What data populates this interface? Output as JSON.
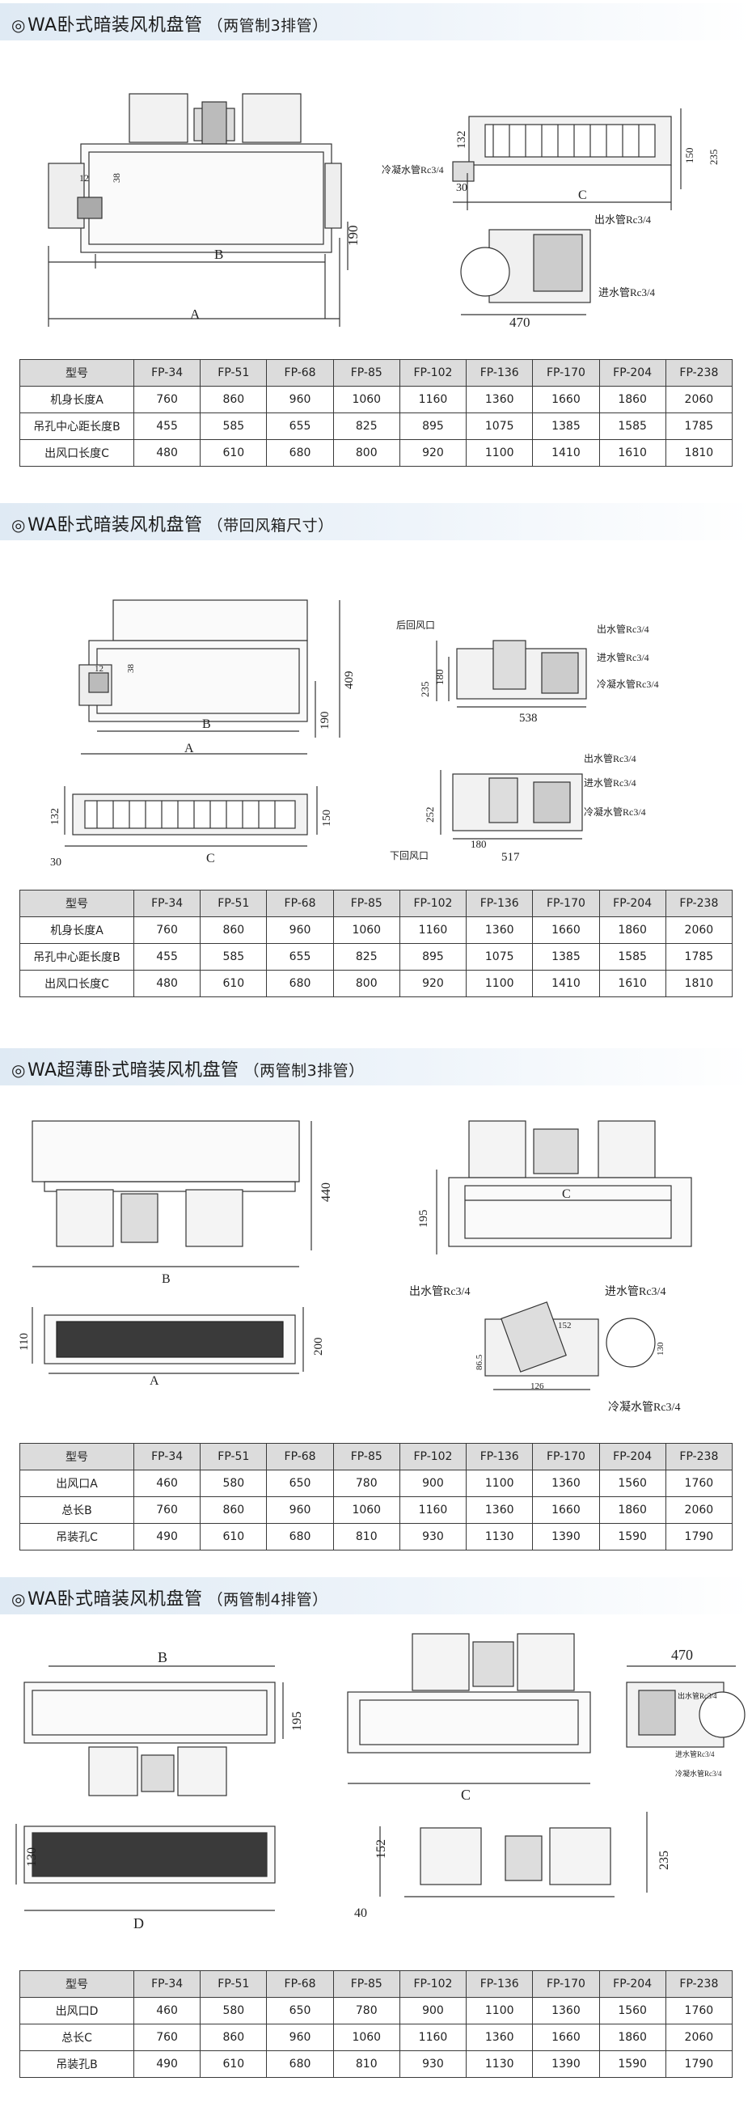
{
  "sections": [
    {
      "title_prefix": "◎",
      "title": "WA卧式暗装风机盘管",
      "subtitle": "（两管制3排管）",
      "drawing_labels": {
        "d132": "132",
        "d150": "150",
        "d235": "235",
        "d30": "30",
        "dC": "C",
        "drain": "冷凝水管Rc3/4",
        "d12": "12",
        "d38": "38",
        "d190": "190",
        "dB": "B",
        "dA": "A",
        "outlet": "出水管Rc3/4",
        "inlet": "进水管Rc3/4",
        "d470": "470"
      },
      "table": {
        "header_label": "型号",
        "models": [
          "FP-34",
          "FP-51",
          "FP-68",
          "FP-85",
          "FP-102",
          "FP-136",
          "FP-170",
          "FP-204",
          "FP-238"
        ],
        "rows": [
          {
            "label": "机身长度A",
            "values": [
              "760",
              "860",
              "960",
              "1060",
              "1160",
              "1360",
              "1660",
              "1860",
              "2060"
            ]
          },
          {
            "label": "吊孔中心距长度B",
            "values": [
              "455",
              "585",
              "655",
              "825",
              "895",
              "1075",
              "1385",
              "1585",
              "1785"
            ]
          },
          {
            "label": "出风口长度C",
            "values": [
              "480",
              "610",
              "680",
              "800",
              "920",
              "1100",
              "1410",
              "1610",
              "1810"
            ]
          }
        ]
      }
    },
    {
      "title_prefix": "◎",
      "title": "WA卧式暗装风机盘管",
      "subtitle": "（带回风箱尺寸）",
      "drawing_labels": {
        "d409": "409",
        "d190": "190",
        "d12": "12",
        "d38": "38",
        "dB": "B",
        "dA": "A",
        "return_port": "后回风口",
        "outlet": "出水管Rc3/4",
        "inlet": "进水管Rc3/4",
        "drain": "冷凝水管Rc3/4",
        "d235": "235",
        "d180": "180",
        "d538": "538",
        "d132": "132",
        "d150": "150",
        "d30": "30",
        "dC": "C",
        "d252": "252",
        "d180b": "180",
        "d517": "517",
        "bottom_return": "下回风口"
      },
      "table": {
        "header_label": "型号",
        "models": [
          "FP-34",
          "FP-51",
          "FP-68",
          "FP-85",
          "FP-102",
          "FP-136",
          "FP-170",
          "FP-204",
          "FP-238"
        ],
        "rows": [
          {
            "label": "机身长度A",
            "values": [
              "760",
              "860",
              "960",
              "1060",
              "1160",
              "1360",
              "1660",
              "1860",
              "2060"
            ]
          },
          {
            "label": "吊孔中心距长度B",
            "values": [
              "455",
              "585",
              "655",
              "825",
              "895",
              "1075",
              "1385",
              "1585",
              "1785"
            ]
          },
          {
            "label": "出风口长度C",
            "values": [
              "480",
              "610",
              "680",
              "800",
              "920",
              "1100",
              "1410",
              "1610",
              "1810"
            ]
          }
        ]
      }
    },
    {
      "title_prefix": "◎",
      "title": "WA超薄卧式暗装风机盘管",
      "subtitle": "（两管制3排管）",
      "drawing_labels": {
        "d440": "440",
        "dB": "B",
        "d195": "195",
        "dC": "C",
        "d110": "110",
        "d200": "200",
        "dA": "A",
        "outlet": "出水管Rc3/4",
        "inlet": "进水管Rc3/4",
        "drain": "冷凝水管Rc3/4",
        "d152": "152",
        "d86": "86.5",
        "d126": "126",
        "d130": "130"
      },
      "table": {
        "header_label": "型号",
        "models": [
          "FP-34",
          "FP-51",
          "FP-68",
          "FP-85",
          "FP-102",
          "FP-136",
          "FP-170",
          "FP-204",
          "FP-238"
        ],
        "rows": [
          {
            "label": "出风口A",
            "values": [
              "460",
              "580",
              "650",
              "780",
              "900",
              "1100",
              "1360",
              "1560",
              "1760"
            ]
          },
          {
            "label": "总长B",
            "values": [
              "760",
              "860",
              "960",
              "1060",
              "1160",
              "1360",
              "1660",
              "1860",
              "2060"
            ]
          },
          {
            "label": "吊装孔C",
            "values": [
              "490",
              "610",
              "680",
              "810",
              "930",
              "1130",
              "1390",
              "1590",
              "1790"
            ]
          }
        ]
      }
    },
    {
      "title_prefix": "◎",
      "title": "WA卧式暗装风机盘管",
      "subtitle": "（两管制4排管）",
      "drawing_labels": {
        "dB": "B",
        "d195": "195",
        "dC": "C",
        "d470": "470",
        "outlet": "出水管Rc3/4",
        "inlet": "进水管Rc3/4",
        "drain": "冷凝水管Rc3/4",
        "d130": "130",
        "dD": "D",
        "d152": "152",
        "d40": "40",
        "d235": "235"
      },
      "table": {
        "header_label": "型号",
        "models": [
          "FP-34",
          "FP-51",
          "FP-68",
          "FP-85",
          "FP-102",
          "FP-136",
          "FP-170",
          "FP-204",
          "FP-238"
        ],
        "rows": [
          {
            "label": "出风口D",
            "values": [
              "460",
              "580",
              "650",
              "780",
              "900",
              "1100",
              "1360",
              "1560",
              "1760"
            ]
          },
          {
            "label": "总长C",
            "values": [
              "760",
              "860",
              "960",
              "1060",
              "1160",
              "1360",
              "1660",
              "1860",
              "2060"
            ]
          },
          {
            "label": "吊装孔B",
            "values": [
              "490",
              "610",
              "680",
              "810",
              "930",
              "1130",
              "1390",
              "1590",
              "1790"
            ]
          }
        ]
      }
    }
  ]
}
